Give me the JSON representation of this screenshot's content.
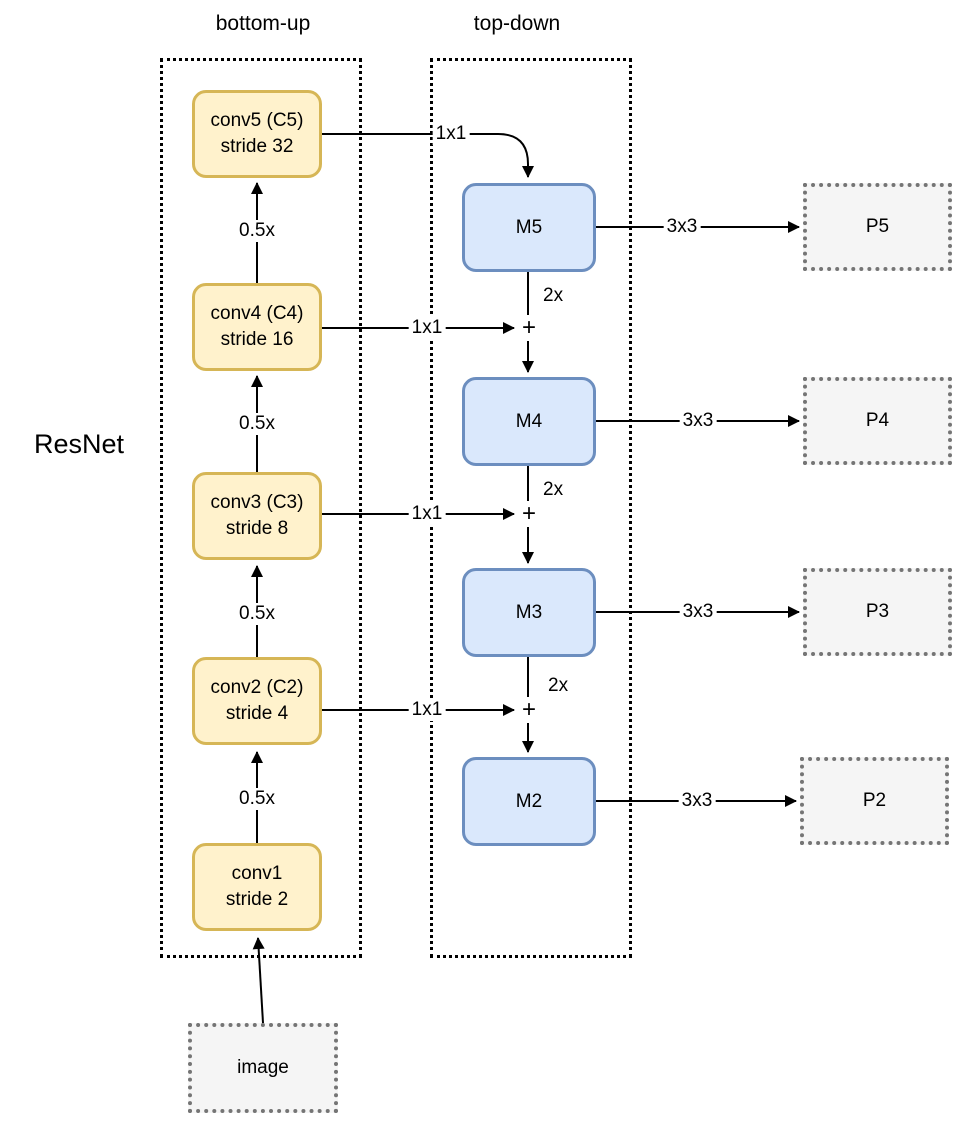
{
  "diagram": {
    "title_left_label": "ResNet",
    "groups": {
      "bottom_up": {
        "label": "bottom-up"
      },
      "top_down": {
        "label": "top-down"
      }
    },
    "conv_blocks": [
      {
        "id": "conv5",
        "name": "conv5 (C5)",
        "stride": "stride 32"
      },
      {
        "id": "conv4",
        "name": "conv4 (C4)",
        "stride": "stride 16"
      },
      {
        "id": "conv3",
        "name": "conv3 (C3)",
        "stride": "stride 8"
      },
      {
        "id": "conv2",
        "name": "conv2 (C2)",
        "stride": "stride 4"
      },
      {
        "id": "conv1",
        "name": "conv1",
        "stride": "stride 2"
      }
    ],
    "merged_blocks": [
      {
        "label": "M5"
      },
      {
        "label": "M4"
      },
      {
        "label": "M3"
      },
      {
        "label": "M2"
      }
    ],
    "pyramid_blocks": [
      {
        "label": "P5"
      },
      {
        "label": "P4"
      },
      {
        "label": "P3"
      },
      {
        "label": "P2"
      }
    ],
    "input_block": {
      "label": "image"
    },
    "edge_labels": {
      "downsample": "0.5x",
      "lateral_conv": "1x1",
      "upsample": "2x",
      "output_conv": "3x3",
      "merge": "+"
    },
    "colors": {
      "conv_fill": "#FFF2CC",
      "conv_stroke": "#D6B656",
      "merged_fill": "#DAE8FC",
      "merged_stroke": "#6C8EBF",
      "output_fill": "#F5F5F5",
      "output_stroke": "#757575",
      "line": "#000000"
    }
  }
}
